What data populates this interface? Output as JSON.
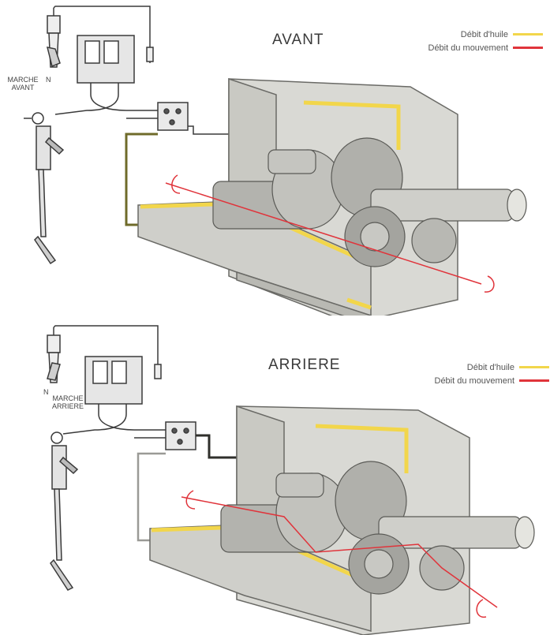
{
  "colors": {
    "oil_flow": "#f2d64b",
    "movement_flow": "#e0343b",
    "line": "#3a3a3a",
    "casing": "#d9d9d4",
    "casing_shadow": "#b9b9b3",
    "gear": "#a7a7a2"
  },
  "panels": [
    {
      "title": "AVANT",
      "legend": {
        "oil": "Débit d'huile",
        "movement": "Débit du mouvement"
      },
      "lever_labels": {
        "position": "MARCHE AVANT",
        "neutral": "N"
      }
    },
    {
      "title": "ARRIERE",
      "legend": {
        "oil": "Débit d'huile",
        "movement": "Débit du mouvement"
      },
      "lever_labels": {
        "position": "MARCHE ARRIERE",
        "neutral": "N"
      }
    }
  ]
}
